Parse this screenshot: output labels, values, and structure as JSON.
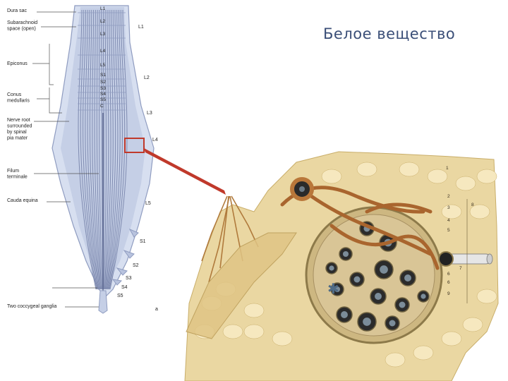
{
  "slide": {
    "title": "Белое вещество"
  },
  "left_figure": {
    "labels_left": [
      "Dura sac",
      "Subarachnoid\nspace (open)",
      "Epiconus",
      "Conus\nmedullaris",
      "Nerve root\nsurrounded\nby spinal\npia mater",
      "Filum\nterminale",
      "Cauda equina",
      "Two coccygeal ganglia"
    ],
    "vertebral_levels_inner": [
      "L1",
      "L2",
      "L3",
      "L4",
      "L5",
      "S1",
      "S2",
      "S3",
      "S4",
      "S5",
      "C"
    ],
    "root_labels_outer": [
      "L1",
      "L2",
      "L3",
      "L4",
      "L5",
      "S1",
      "S2",
      "S3",
      "S4",
      "S5"
    ],
    "panel_letter": "a"
  },
  "right_figure": {
    "number_labels": [
      "1",
      "2",
      "3",
      "4",
      "5",
      "6",
      "6",
      "7",
      "8",
      "9"
    ]
  },
  "colors": {
    "title": "#3b4f78",
    "dura": "#c9d3ea",
    "nerve": "#8c97b8",
    "highlight_box": "#c0392b",
    "tissue": "#e8d29a",
    "nerve_brown": "#b3703a",
    "axon_dark": "#2b2b2b"
  }
}
